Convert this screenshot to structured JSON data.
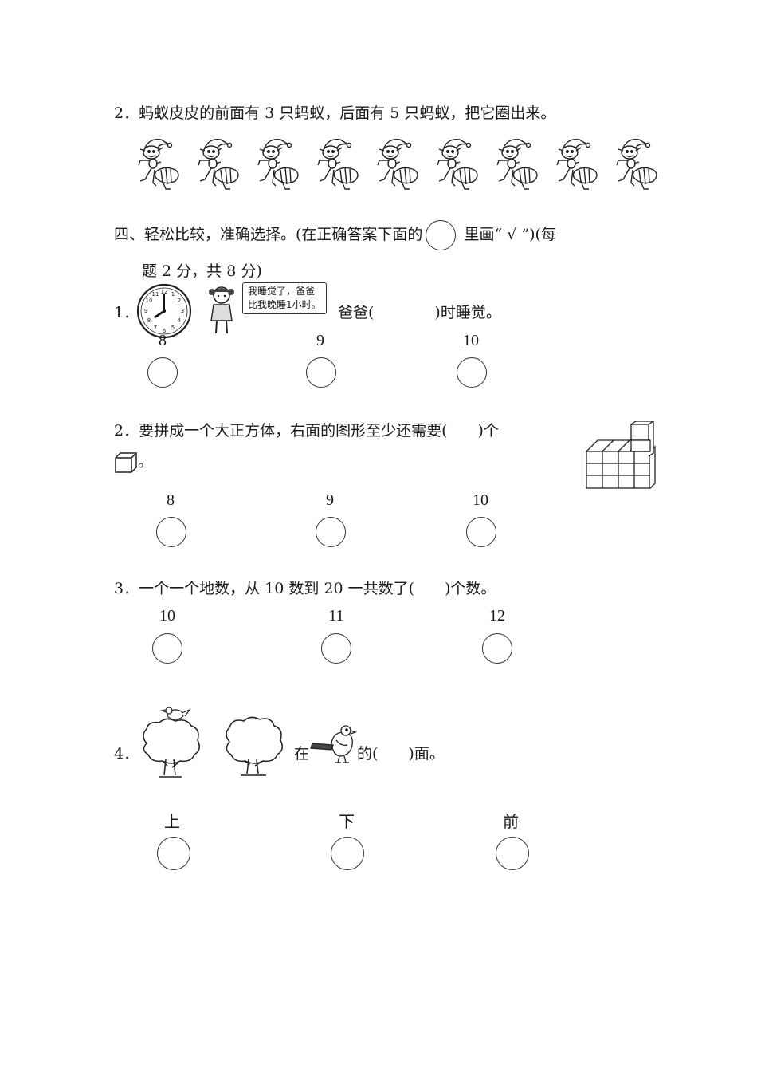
{
  "q_ants": {
    "text": "2．蚂蚁皮皮的前面有 3 只蚂蚁，后面有 5 只蚂蚁，把它圈出来。",
    "ant_count": 9
  },
  "section4": {
    "title_a": "四、轻松比较，准确选择。(在正确答案下面的",
    "title_b": " 里画“ √ ”)(每",
    "title_c": "题 2 分，共 8 分)"
  },
  "q1": {
    "num": "1．",
    "bubble_line1": "我睡觉了，爸爸",
    "bubble_line2": "比我晚睡1小时。",
    "text": "爸爸(　　　　)时睡觉。",
    "options": [
      "8",
      "9",
      "10"
    ],
    "clock_icon": "clock-8-icon"
  },
  "q2": {
    "text": "2．要拼成一个大正方体，右面的图形至少还需要(　　)个",
    "text_end": "。",
    "options": [
      "8",
      "9",
      "10"
    ]
  },
  "q3": {
    "text": "3．一个一个地数，从 10 数到 20 一共数了(　　)个数。",
    "options": [
      "10",
      "11",
      "12"
    ]
  },
  "q4": {
    "num": "4．",
    "text_a": "在",
    "text_b": "的(　　)面。",
    "options": [
      "上",
      "下",
      "前"
    ]
  }
}
